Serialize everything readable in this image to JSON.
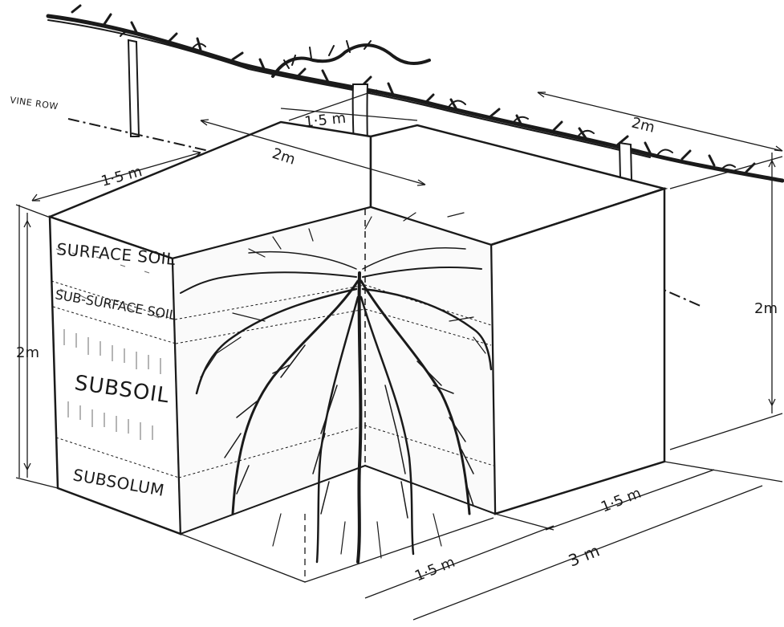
{
  "labels": {
    "vine_row": "VINE ROW",
    "surface_soil": "SURFACE SOIL",
    "sub_surface_soil": "SUB-SURFACE SOIL",
    "subsoil": "SUBSOIL",
    "subsolum": "SUBSOLUM"
  },
  "dimensions": {
    "top_left_width": "1·5 m",
    "top_middle": "1·5 m",
    "top_depth_left": "2m",
    "top_right": "2m",
    "left_height": "2m",
    "right_height": "2m",
    "bottom_right_short": "1·5 m",
    "bottom_left_short": "1·5 m",
    "bottom_total": "3 m"
  },
  "colors": {
    "ink": "#1a1a1a",
    "paper": "#ffffff",
    "hatch": "#6b6b6b"
  }
}
